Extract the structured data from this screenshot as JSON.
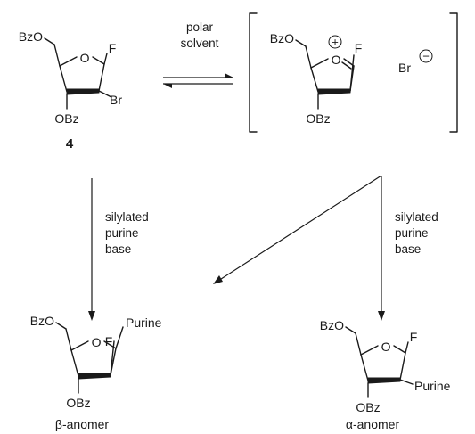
{
  "labels": {
    "bzo": "BzO",
    "obz": "OBz",
    "o": "O",
    "f": "F",
    "br": "Br",
    "purine": "Purine",
    "plus": "+",
    "minus": "−"
  },
  "compound_number": "4",
  "equilibrium_conditions": [
    "polar",
    "solvent"
  ],
  "reaction_conditions": [
    "silylated",
    "purine",
    "base"
  ],
  "products": {
    "beta": "β-anomer",
    "alpha": "α-anomer"
  }
}
